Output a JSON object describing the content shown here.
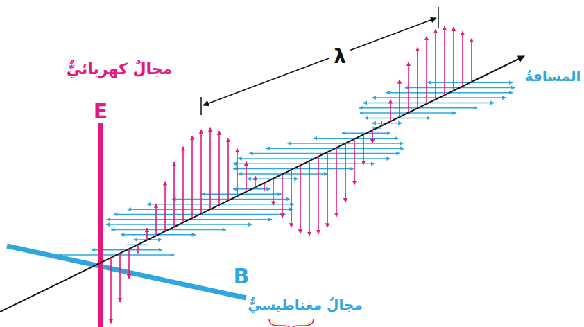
{
  "diagram": {
    "labels": [
      "مجالٌ كهربائيٌّ",
      "E",
      "λ",
      "المسافةُ",
      "B",
      "مجالٌ مغناطيسيٌّ"
    ]
  }
}
